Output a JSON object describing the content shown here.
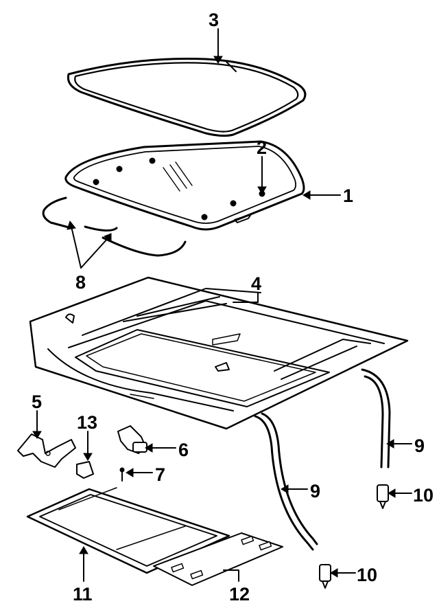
{
  "callouts": {
    "c3": "3",
    "c2": "2",
    "c1": "1",
    "c8": "8",
    "c4": "4",
    "c5": "5",
    "c13": "13",
    "c6": "6",
    "c7": "7",
    "c9a": "9",
    "c9b": "9",
    "c10a": "10",
    "c10b": "10",
    "c11": "11",
    "c12": "12"
  }
}
